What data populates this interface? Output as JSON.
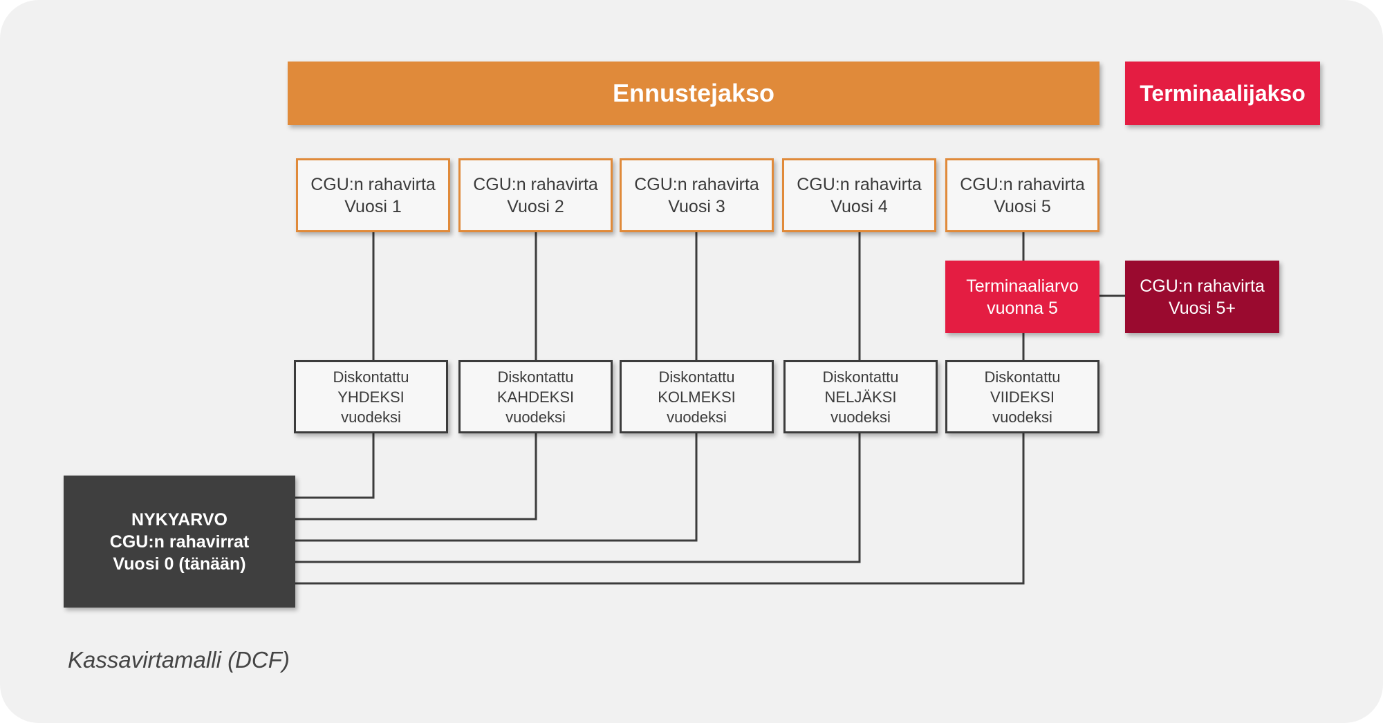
{
  "banners": {
    "forecast": "Ennustejakso",
    "terminal": "Terminaalijakso"
  },
  "cashflow_boxes": [
    {
      "line1": "CGU:n rahavirta",
      "line2": "Vuosi 1"
    },
    {
      "line1": "CGU:n rahavirta",
      "line2": "Vuosi 2"
    },
    {
      "line1": "CGU:n rahavirta",
      "line2": "Vuosi 3"
    },
    {
      "line1": "CGU:n rahavirta",
      "line2": "Vuosi 4"
    },
    {
      "line1": "CGU:n rahavirta",
      "line2": "Vuosi 5"
    }
  ],
  "terminal_value": {
    "line1": "Terminaaliarvo",
    "line2": "vuonna 5"
  },
  "terminal_cashflow": {
    "line1": "CGU:n rahavirta",
    "line2": "Vuosi 5+"
  },
  "discount_boxes": [
    {
      "line1": "Diskontattu",
      "line2": "YHDEKSI",
      "line3": "vuodeksi"
    },
    {
      "line1": "Diskontattu",
      "line2": "KAHDEKSI",
      "line3": "vuodeksi"
    },
    {
      "line1": "Diskontattu",
      "line2": "KOLMEKSI",
      "line3": "vuodeksi"
    },
    {
      "line1": "Diskontattu",
      "line2": "NELJÄKSI",
      "line3": "vuodeksi"
    },
    {
      "line1": "Diskontattu",
      "line2": "VIIDEKSI",
      "line3": "vuodeksi"
    }
  ],
  "present_value": {
    "line1": "NYKYARVO",
    "line2": "CGU:n rahavirrat",
    "line3": "Vuosi 0 (tänään)"
  },
  "caption": "Kassavirtamalli (DCF)",
  "colors": {
    "background": "#f1f1f1",
    "forecast_orange": "#e08a3a",
    "terminal_red": "#e41d42",
    "terminal_dark_red": "#9a0a2f",
    "present_value_dark": "#3f3f3f",
    "connector": "#3c3c3c"
  }
}
